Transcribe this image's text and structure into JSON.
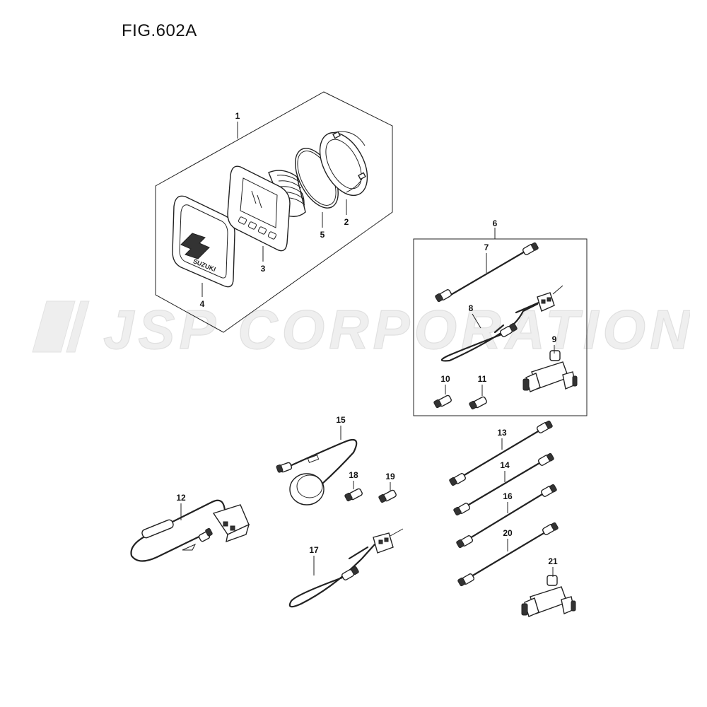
{
  "figure": {
    "title": "FIG.602A"
  },
  "watermark": {
    "text": "JSP CORPORATION"
  },
  "logo": {
    "text": "SUZUKI"
  },
  "callouts": {
    "c1": "1",
    "c2": "2",
    "c3": "3",
    "c4": "4",
    "c5": "5",
    "c6": "6",
    "c7": "7",
    "c8": "8",
    "c9": "9",
    "c10": "10",
    "c11": "11",
    "c12": "12",
    "c13": "13",
    "c14": "14",
    "c15": "15",
    "c16": "16",
    "c17": "17",
    "c18": "18",
    "c19": "19",
    "c20": "20",
    "c21": "21"
  }
}
